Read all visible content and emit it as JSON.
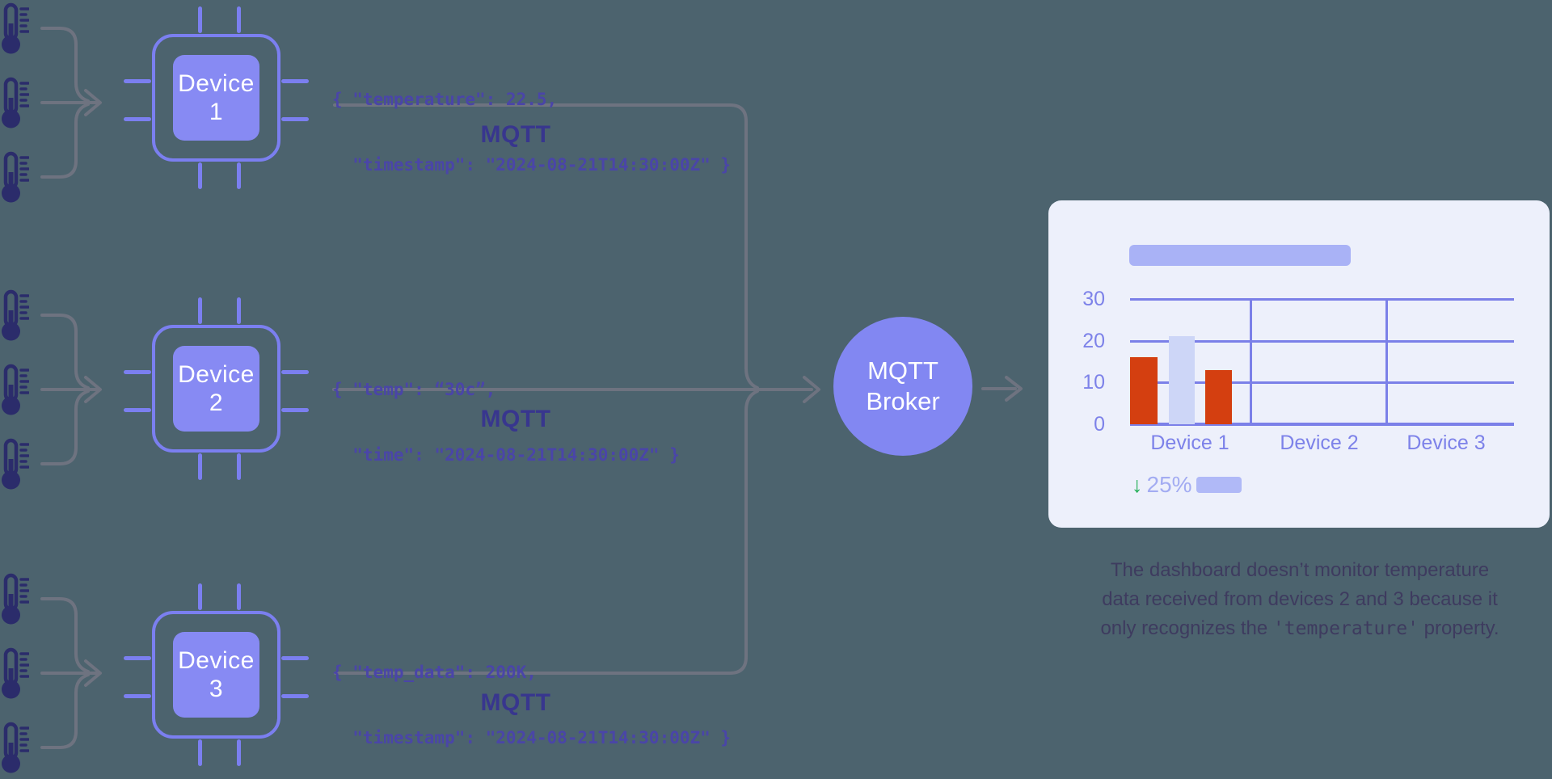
{
  "colors": {
    "background": "#4c636e",
    "chip_outline": "#7b7ff0",
    "chip_fill": "#878af3",
    "connector_gray": "#6e7380",
    "thermometer_navy": "#2b2c6b",
    "json_text": "#4a45a8",
    "mqtt_label": "#38368e",
    "broker_fill": "#8287f2",
    "broker_text": "#ffffff",
    "card_bg": "#edf0fb",
    "axis_text": "#7d82e9",
    "gridline": "#7b80e8",
    "bar_red": "#d43f10",
    "bar_light": "#cdd6f7",
    "placeholder": "#a9b2f6",
    "stat_text": "#a3acf2",
    "stat_arrow_green": "#22ae55",
    "caption_text": "#3e3b5f"
  },
  "rows": [
    {
      "chip_line1": "Device",
      "chip_line2": "1",
      "json_line1": "{ \"temperature\": 22.5,",
      "json_line2": "  \"timestamp\": \"2024-08-21T14:30:00Z\" }",
      "protocol_label": "MQTT"
    },
    {
      "chip_line1": "Device",
      "chip_line2": "2",
      "json_line1": "{ \"temp\": “30c”,",
      "json_line2": "  \"time\": \"2024-08-21T14:30:00Z\" }",
      "protocol_label": "MQTT"
    },
    {
      "chip_line1": "Device",
      "chip_line2": "3",
      "json_line1": "{ \"temp_data\": 200K,",
      "json_line2": "  \"timestamp\": \"2024-08-21T14:30:00Z\" }",
      "protocol_label": "MQTT"
    }
  ],
  "broker": {
    "line1": "MQTT",
    "line2": "Broker"
  },
  "dashboard": {
    "stat": {
      "direction": "down",
      "arrow_glyph": "↓",
      "value": "25%"
    },
    "chart_data": {
      "type": "bar",
      "title": "",
      "categories": [
        "Device 1",
        "Device 2",
        "Device 3"
      ],
      "groups": [
        {
          "category": "Device 1",
          "bars": [
            {
              "value": 16,
              "color_key": "bar_red"
            },
            {
              "value": 21,
              "color_key": "bar_light"
            },
            {
              "value": 13,
              "color_key": "bar_red"
            }
          ]
        },
        {
          "category": "Device 2",
          "bars": []
        },
        {
          "category": "Device 3",
          "bars": []
        }
      ],
      "yticks": [
        0,
        10,
        20,
        30
      ],
      "ylim": [
        0,
        30
      ],
      "grid": true,
      "legend": false
    }
  },
  "caption": {
    "line1": "The dashboard doesn’t monitor temperature",
    "line2": "data received from devices 2 and 3 because it",
    "line3_pre": "only recognizes the ",
    "line3_code": "'temperature'",
    "line3_post": " property."
  }
}
